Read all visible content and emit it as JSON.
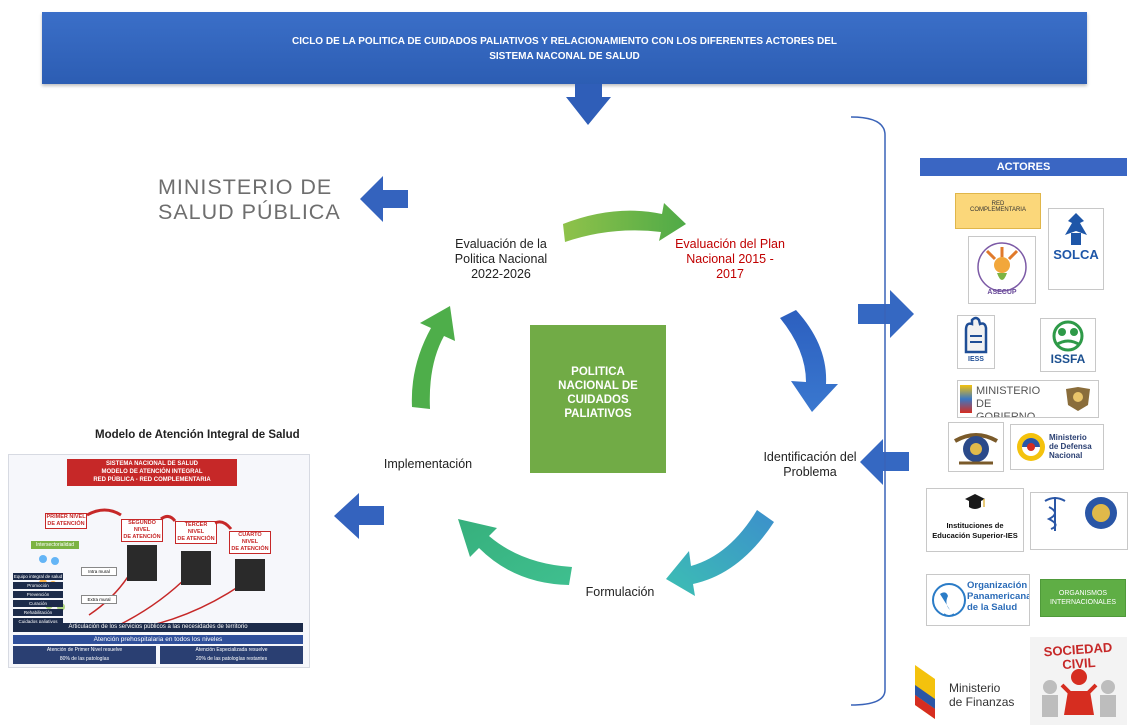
{
  "banner": {
    "title": "CICLO DE LA POLITICA DE CUIDADOS PALIATIVOS Y RELACIONAMIENTO CON LOS DIFERENTES ACTORES DEL\nSISTEMA NACONAL DE SALUD",
    "color": "#3465bd"
  },
  "cycle": {
    "center": "POLITICA\nNACIONAL DE\nCUIDADOS\nPALIATIVOS",
    "evaluacion_politica": "Evaluación de la\nPolitica Nacional\n2022-2026",
    "evaluacion_plan": "Evaluación del Plan\nNacional 2015 -\n2017",
    "identificacion": "Identificación del\nProblema",
    "formulacion": "Formulación",
    "implementacion": "Implementación",
    "colors": {
      "green": "#5fae45",
      "blue": "#2f66c2",
      "teal": "#3aa9be",
      "mint": "#3cb88d",
      "plan_text": "#c00000"
    }
  },
  "left": {
    "ministerio": "MINISTERIO DE\nSALUD PÚBLICA",
    "modelo_title": "Modelo de Atención Integral de Salud",
    "modelo": {
      "header": "SISTEMA NACIONAL DE SALUD\nMODELO DE ATENCIÓN INTEGRAL\nRED PÚBLICA - RED COMPLEMENTARIA",
      "niveles": [
        "PRIMER NIVEL\nDE ATENCIÓN",
        "SEGUNDO NIVEL\nDE ATENCIÓN",
        "TERCER NIVEL\nDE ATENCIÓN",
        "CUARTO NIVEL\nDE ATENCIÓN"
      ],
      "intersectorialidad": "Intersectorialidad",
      "side_items": [
        "Equipo integral de salud",
        "Promoción",
        "Prevención",
        "Curación",
        "Rehabilitación",
        "Cuidados paliativos"
      ],
      "intra": "Intra mural",
      "extra": "Extra mural",
      "articulacion": "Articulación de los servicios públicos a las necesidades de territorio",
      "prehospitalaria": "Atención prehospitalaria en todos los niveles",
      "primer_resuelve": "Atención de Primer Nivel resuelve",
      "primer_pct": "80% de las patologías",
      "especializada_resuelve": "Atención Especializada resuelve",
      "especializada_pct": "20% de las patologías restantes"
    }
  },
  "actors": {
    "header": "ACTORES",
    "red_complementaria": "RED\nCOMPLEMENTARIA",
    "asecup": "ASECUP",
    "solca": "SOLCA",
    "iess": "IESS",
    "issfa": "ISSFA",
    "ministerio_gobierno": "MINISTERIO DE\nGOBIERNO",
    "defensa": "Ministerio\nde Defensa\nNacional",
    "ies": "Instituciones de\nEducación Superior-IES",
    "ops": "Organización\nPanamericana\nde la Salud",
    "organismos": "ORGANISMOS\nINTERNACIONALES",
    "finanzas": "Ministerio\nde Finanzas",
    "sociedad_civil": "SOCIEDAD CIVIL"
  }
}
